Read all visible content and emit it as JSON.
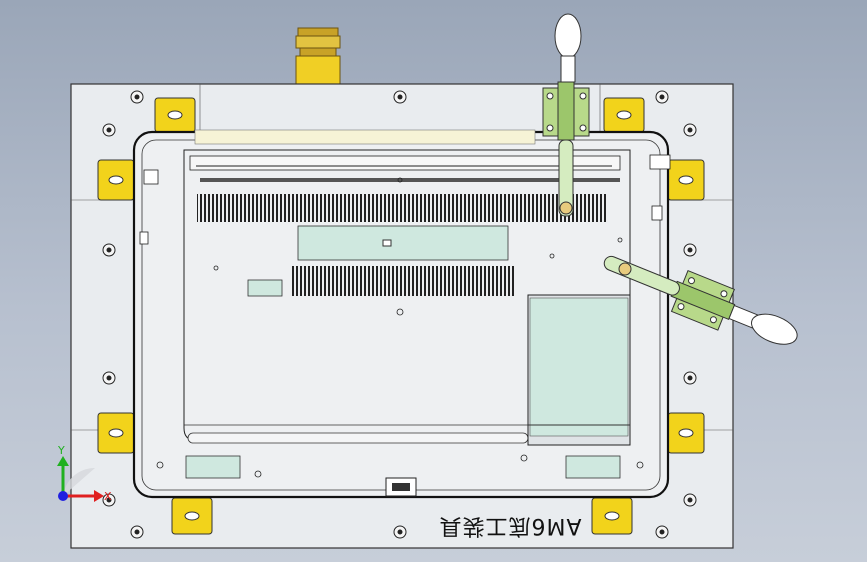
{
  "viewport": {
    "background_top": "#9aa6b8",
    "background_bottom": "#c7ced9"
  },
  "fixture": {
    "label": "AM6底工装具",
    "label_rotated_180": true,
    "base_plate_color": "#e9ecef",
    "clamp_pad_color": "#f2d31b",
    "toggle_clamp_color": "#b8d98a",
    "panel_color": "#cfe8df"
  },
  "triad": {
    "x_label": "X",
    "y_label": "Y",
    "x_color": "#e02020",
    "y_color": "#20b020",
    "z_color": "#2020e0"
  }
}
